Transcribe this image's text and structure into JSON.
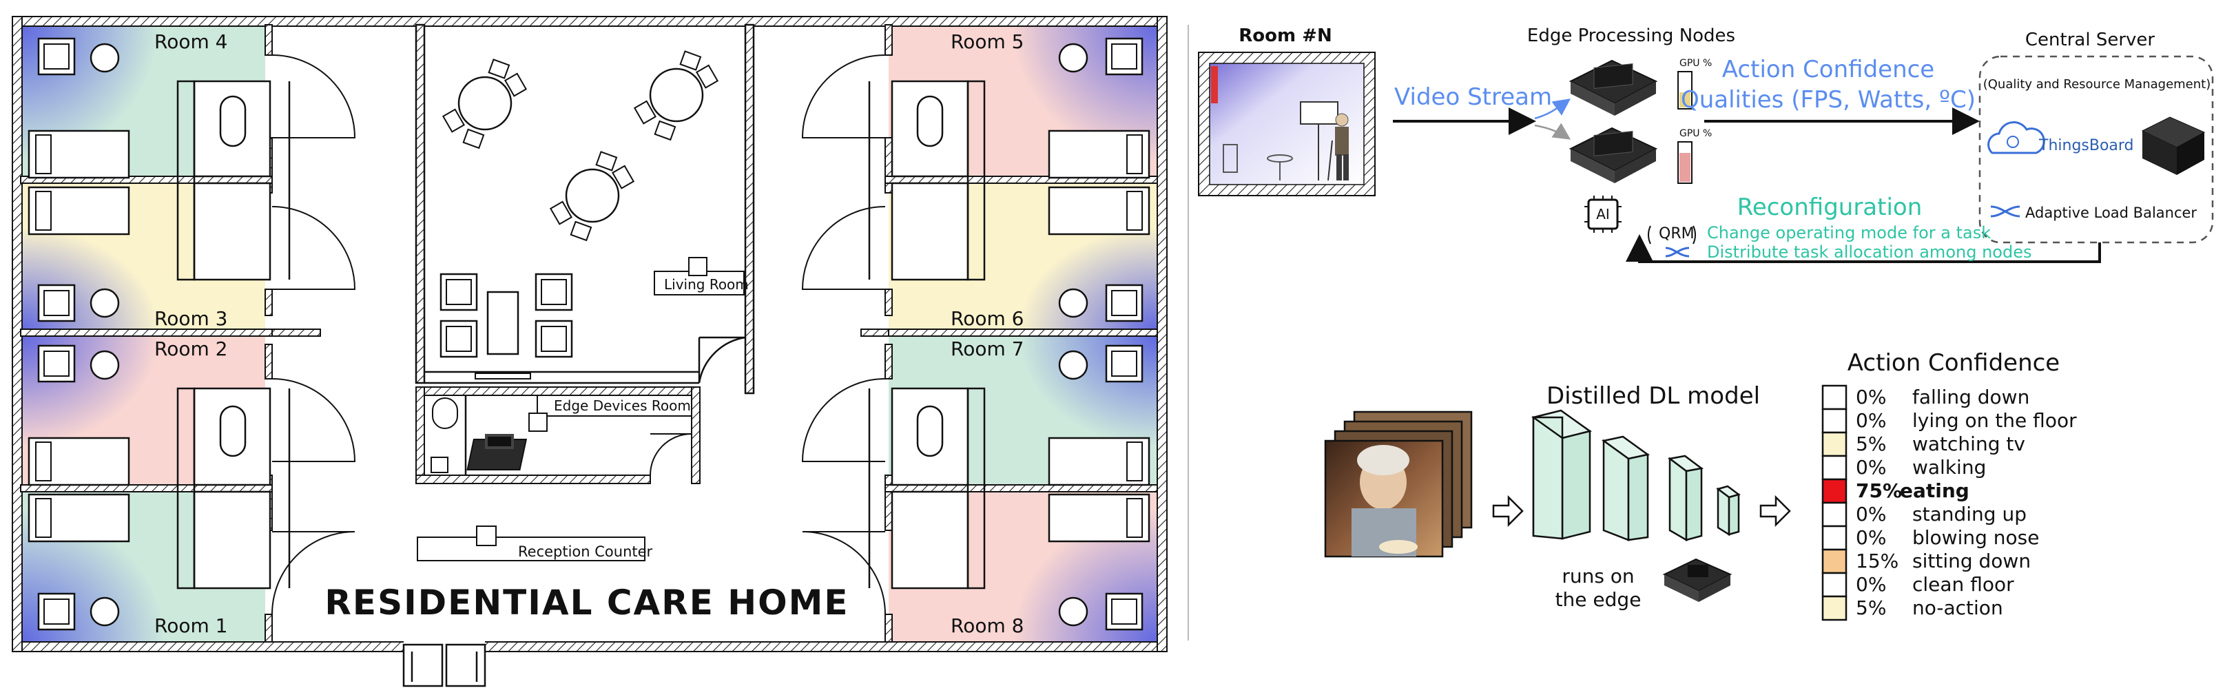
{
  "floorplan": {
    "title": "RESIDENTIAL CARE HOME",
    "rooms": [
      "Room 1",
      "Room 2",
      "Room 3",
      "Room 4",
      "Room 5",
      "Room 6",
      "Room 7",
      "Room 8"
    ],
    "living_room": "Living Room",
    "edge_devices_room": "Edge Devices Room",
    "reception_counter": "Reception Counter"
  },
  "pipeline": {
    "room_label": "Room #N",
    "video_stream": "Video Stream",
    "edge_nodes_title": "Edge Processing Nodes",
    "gpu_label": "GPU %",
    "ai_chip": "AI",
    "output_line1": "Action Confidence",
    "output_line2": "Qualities (FPS, Watts, ºC)",
    "central_server": "Central Server",
    "qrm_full": "(Quality and Resource Management)",
    "thingsboard": "ThingsBoard",
    "load_balancer": "Adaptive Load Balancer",
    "reconfiguration": "Reconfiguration",
    "qrm_short": "QRM",
    "reconfig_action1": "Change operating mode for a task",
    "reconfig_action2": "Distribute task allocation among nodes",
    "colors": {
      "accent_blue": "#5b8def",
      "accent_teal": "#2ec4a4",
      "gpu_green": "#c9e7a8",
      "gpu_red": "#e9a0a0"
    }
  },
  "model": {
    "title": "Distilled DL model",
    "runs_line1": "runs on",
    "runs_line2": "the edge"
  },
  "confidence": {
    "title": "Action Confidence",
    "items": [
      {
        "pct": "0%",
        "label": "falling down",
        "color": "#ffffff",
        "bold": false
      },
      {
        "pct": "0%",
        "label": "lying on the floor",
        "color": "#ffffff",
        "bold": false
      },
      {
        "pct": "5%",
        "label": "watching tv",
        "color": "#fbf3cc",
        "bold": false
      },
      {
        "pct": "0%",
        "label": "walking",
        "color": "#ffffff",
        "bold": false
      },
      {
        "pct": "75%",
        "label": "eating",
        "color": "#e8141a",
        "bold": true
      },
      {
        "pct": "0%",
        "label": "standing up",
        "color": "#ffffff",
        "bold": false
      },
      {
        "pct": "0%",
        "label": "blowing nose",
        "color": "#ffffff",
        "bold": false
      },
      {
        "pct": "15%",
        "label": "sitting down",
        "color": "#f7c990",
        "bold": false
      },
      {
        "pct": "0%",
        "label": "clean floor",
        "color": "#ffffff",
        "bold": false
      },
      {
        "pct": "5%",
        "label": "no-action",
        "color": "#fbf3cc",
        "bold": false
      }
    ]
  }
}
